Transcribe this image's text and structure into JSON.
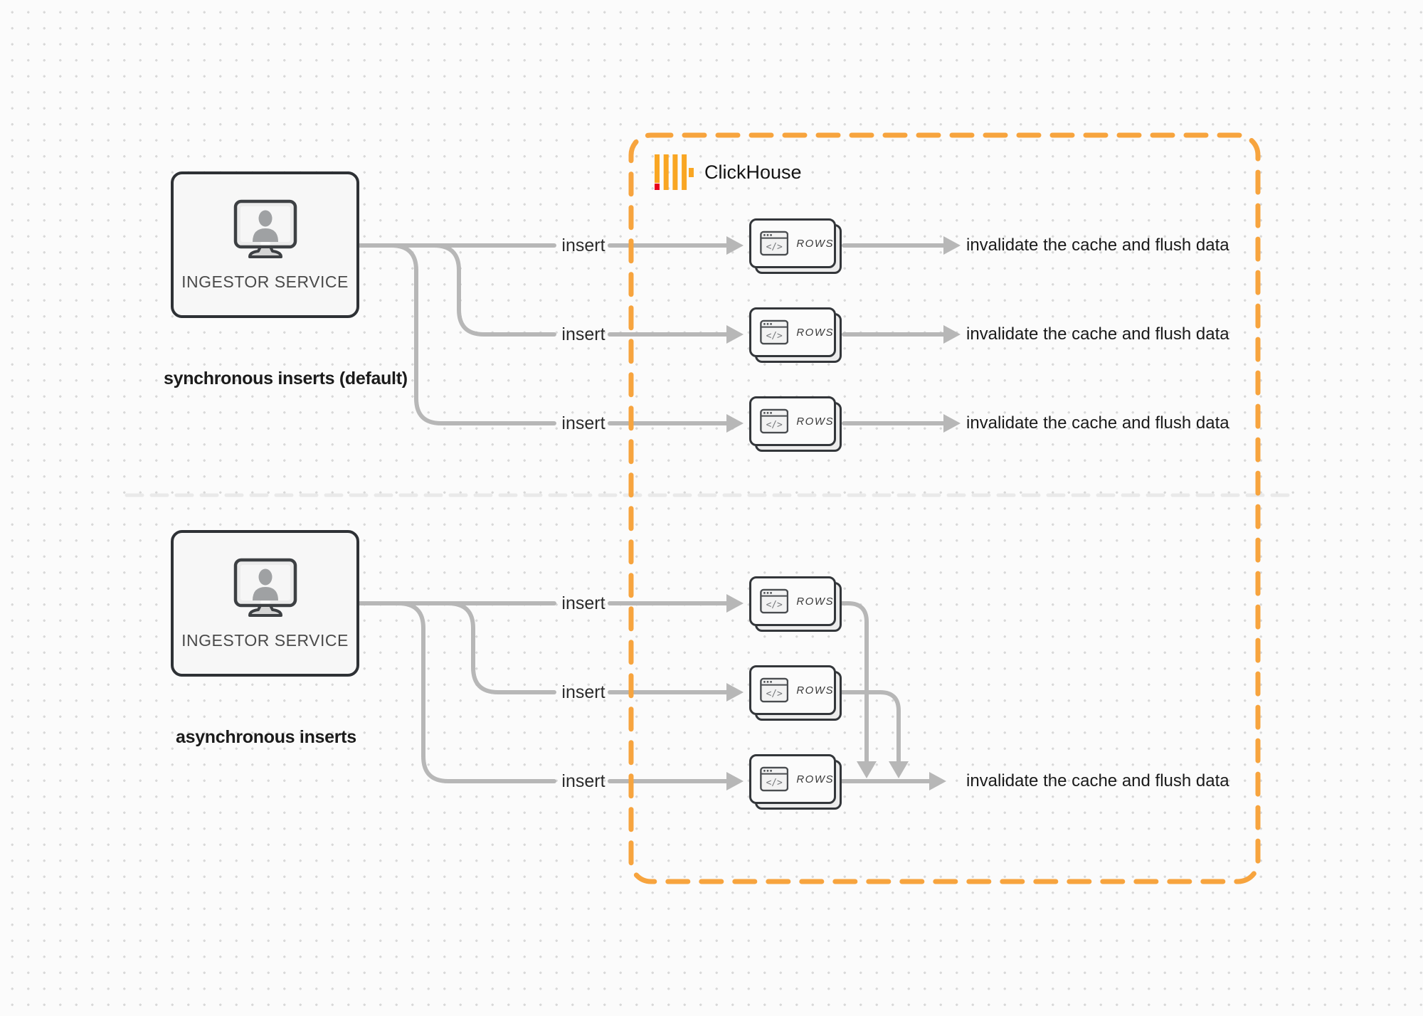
{
  "logo": {
    "label": "ClickHouse",
    "icon": "clickhouse-bars-icon"
  },
  "sections": {
    "sync": {
      "title": "synchronous inserts (default)"
    },
    "async": {
      "title": "asynchronous inserts"
    }
  },
  "service": {
    "label": "INGESTOR SERVICE",
    "icon": "monitor-user-icon"
  },
  "labels": {
    "insert": "insert",
    "invalidate": "invalidate the cache and flush data",
    "rows": "ROWS",
    "code_glyph": "</>"
  },
  "icons": {
    "rows_card": "browser-code-window-icon",
    "connector_arrow": "arrow-right-icon"
  },
  "colors": {
    "accent_orange": "#F7A43E",
    "logo_yellow": "#F9A623",
    "logo_red": "#E8001C",
    "connector_gray": "#B7B7B7",
    "separator_gray": "#E9E9E9",
    "node_border": "#2E3135",
    "node_bg": "#F7F7F7"
  }
}
